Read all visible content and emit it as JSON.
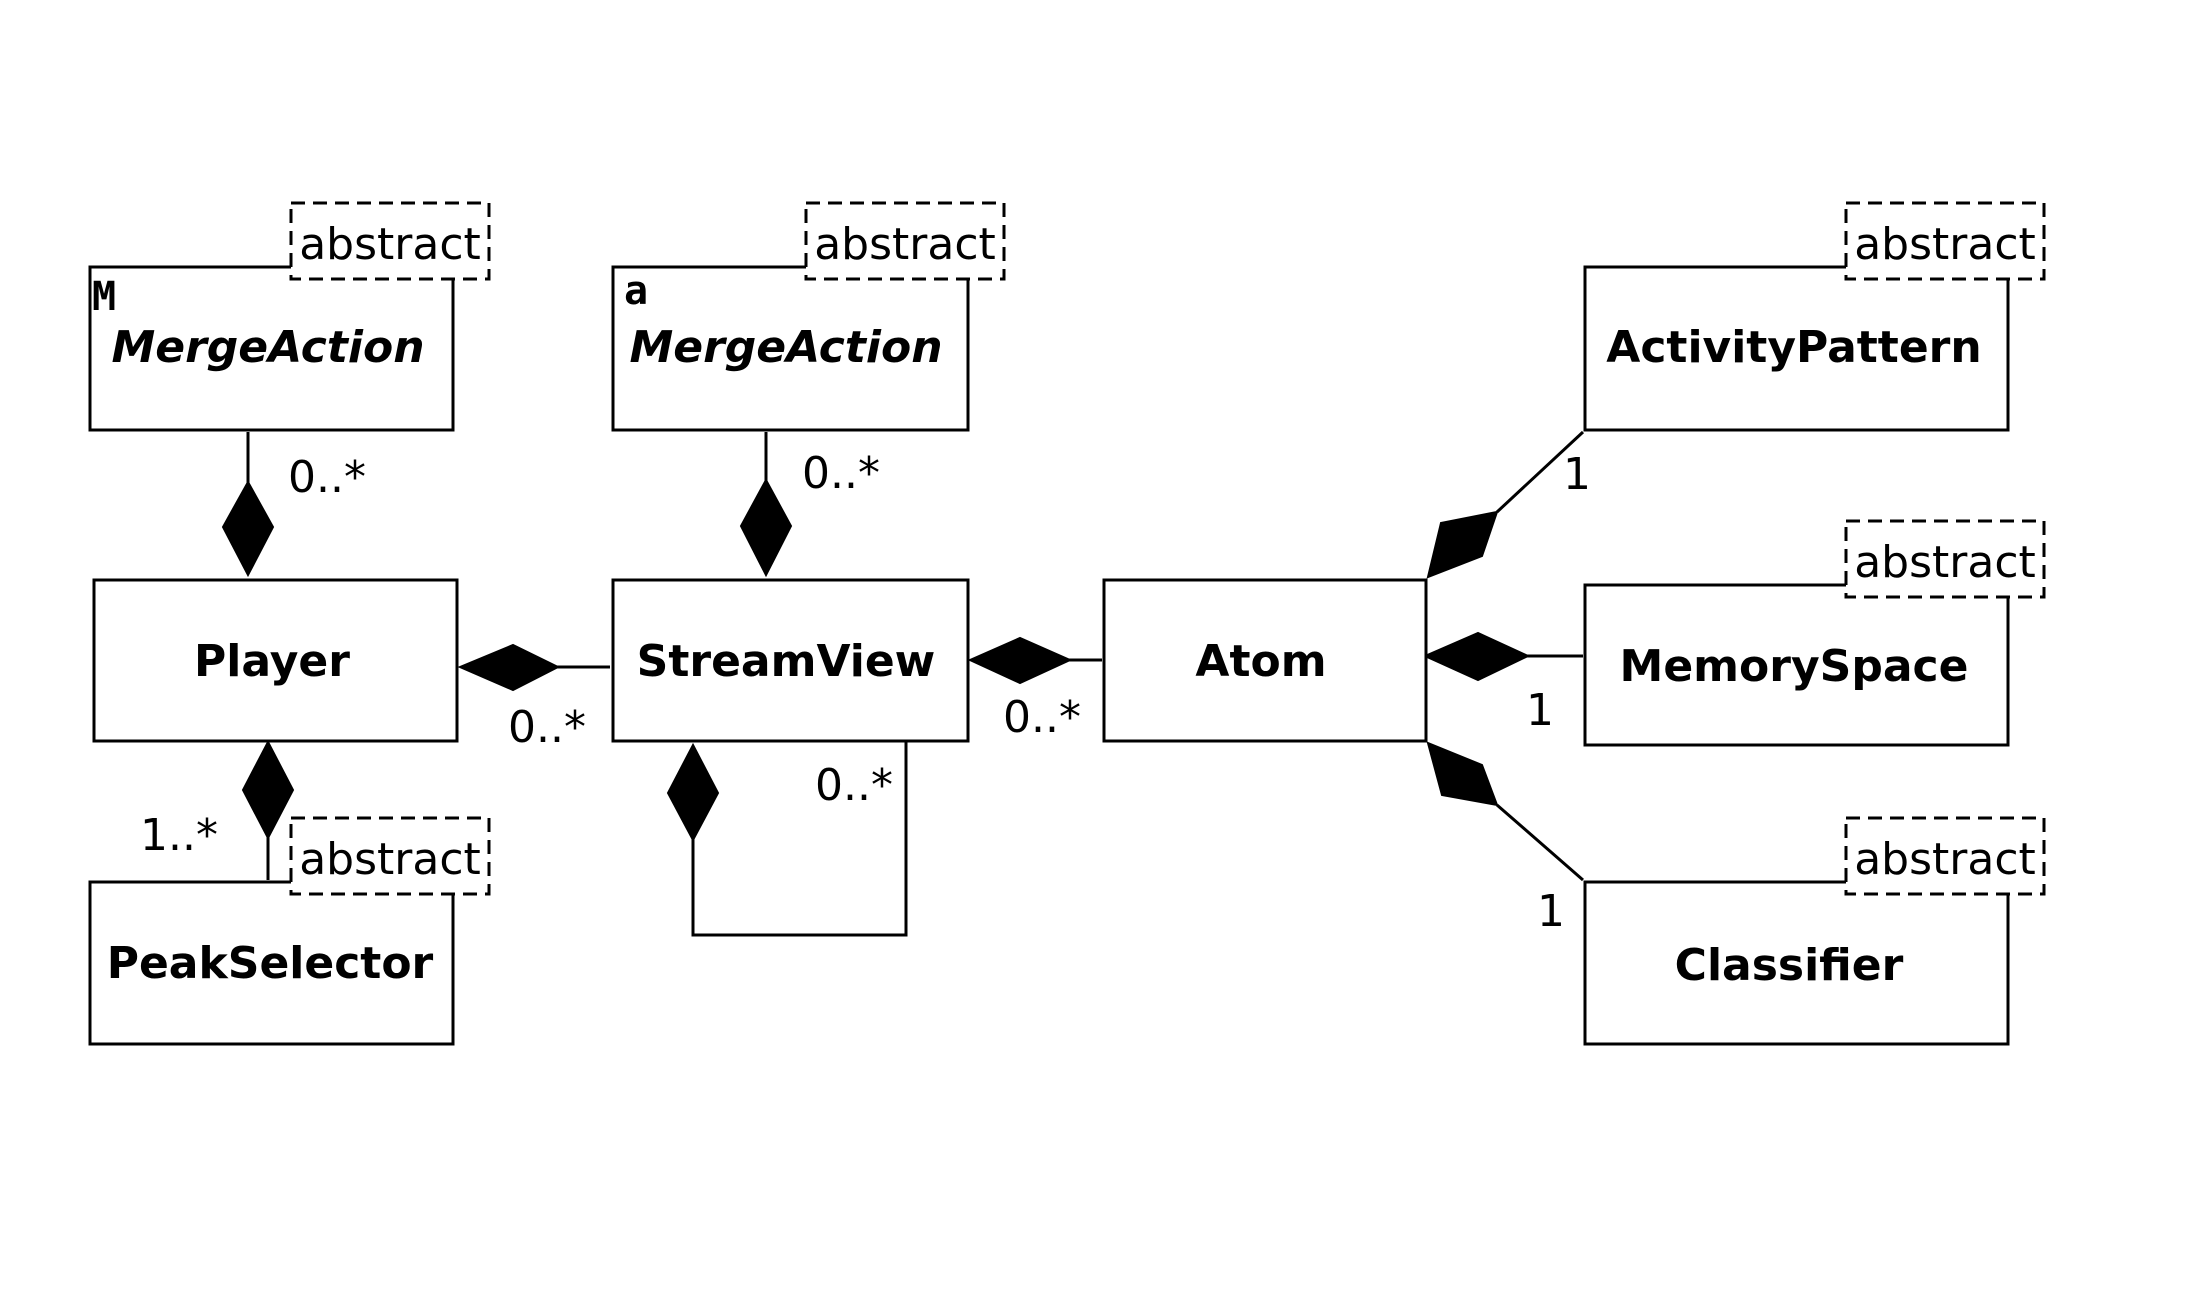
{
  "classes": {
    "merge_action_left": {
      "name": "MergeAction",
      "template": "abstract",
      "corner_glyph": "M"
    },
    "merge_action_mid": {
      "name": "MergeAction",
      "template": "abstract",
      "corner_glyph": "a"
    },
    "activity_pattern": {
      "name": "ActivityPattern",
      "template": "abstract"
    },
    "player": {
      "name": "Player"
    },
    "stream_view": {
      "name": "StreamView"
    },
    "atom": {
      "name": "Atom"
    },
    "memory_space": {
      "name": "MemorySpace",
      "template": "abstract"
    },
    "peak_selector": {
      "name": "PeakSelector",
      "template": "abstract"
    },
    "classifier": {
      "name": "Classifier",
      "template": "abstract"
    }
  },
  "multiplicities": {
    "player_mergeaction": "0..*",
    "streamview_mergeaction": "0..*",
    "player_streamview": "0..*",
    "streamview_atom": "0..*",
    "streamview_self": "0..*",
    "player_peakselector": "1..*",
    "atom_activitypattern": "1",
    "atom_memoryspace": "1",
    "atom_classifier": "1"
  }
}
